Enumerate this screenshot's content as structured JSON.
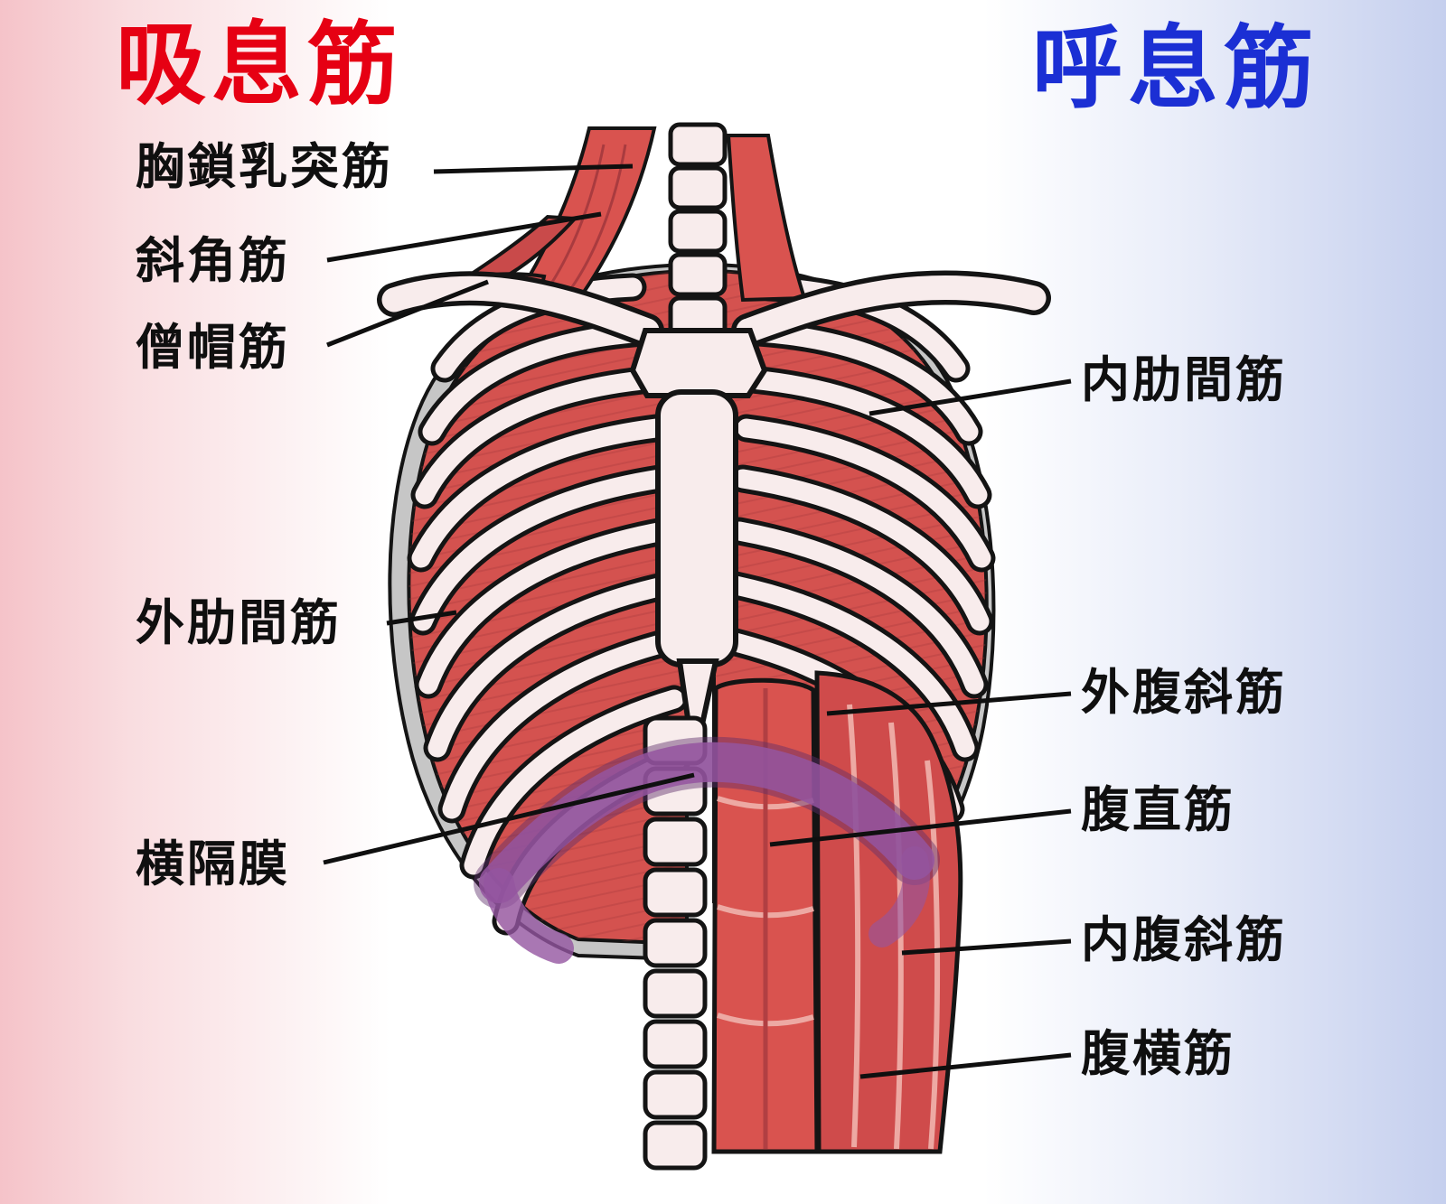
{
  "titles": {
    "inspiratory": {
      "text": "吸息筋",
      "color": "#e60013"
    },
    "expiratory": {
      "text": "呼息筋",
      "color": "#1b2fd4"
    }
  },
  "left_labels": [
    {
      "id": "sternocleidomastoid",
      "text": "胸鎖乳突筋"
    },
    {
      "id": "scalene",
      "text": "斜角筋"
    },
    {
      "id": "trapezius",
      "text": "僧帽筋"
    },
    {
      "id": "external-intercostal",
      "text": "外肋間筋"
    },
    {
      "id": "diaphragm",
      "text": "横隔膜"
    }
  ],
  "right_labels": [
    {
      "id": "internal-intercostal",
      "text": "内肋間筋"
    },
    {
      "id": "external-oblique",
      "text": "外腹斜筋"
    },
    {
      "id": "rectus-abdominis",
      "text": "腹直筋"
    },
    {
      "id": "internal-oblique",
      "text": "内腹斜筋"
    },
    {
      "id": "transversus-abdominis",
      "text": "腹横筋"
    }
  ],
  "figure_colors": {
    "muscle_red": "#d9534f",
    "muscle_dark_red": "#9e3538",
    "bone_cream": "#f8ecec",
    "outline_black": "#141414",
    "diaphragm_purple": "#9455a0",
    "shadow_gray": "#c6c6c6",
    "background_left": "#f5c3c9",
    "background_right": "#c5cfee"
  }
}
